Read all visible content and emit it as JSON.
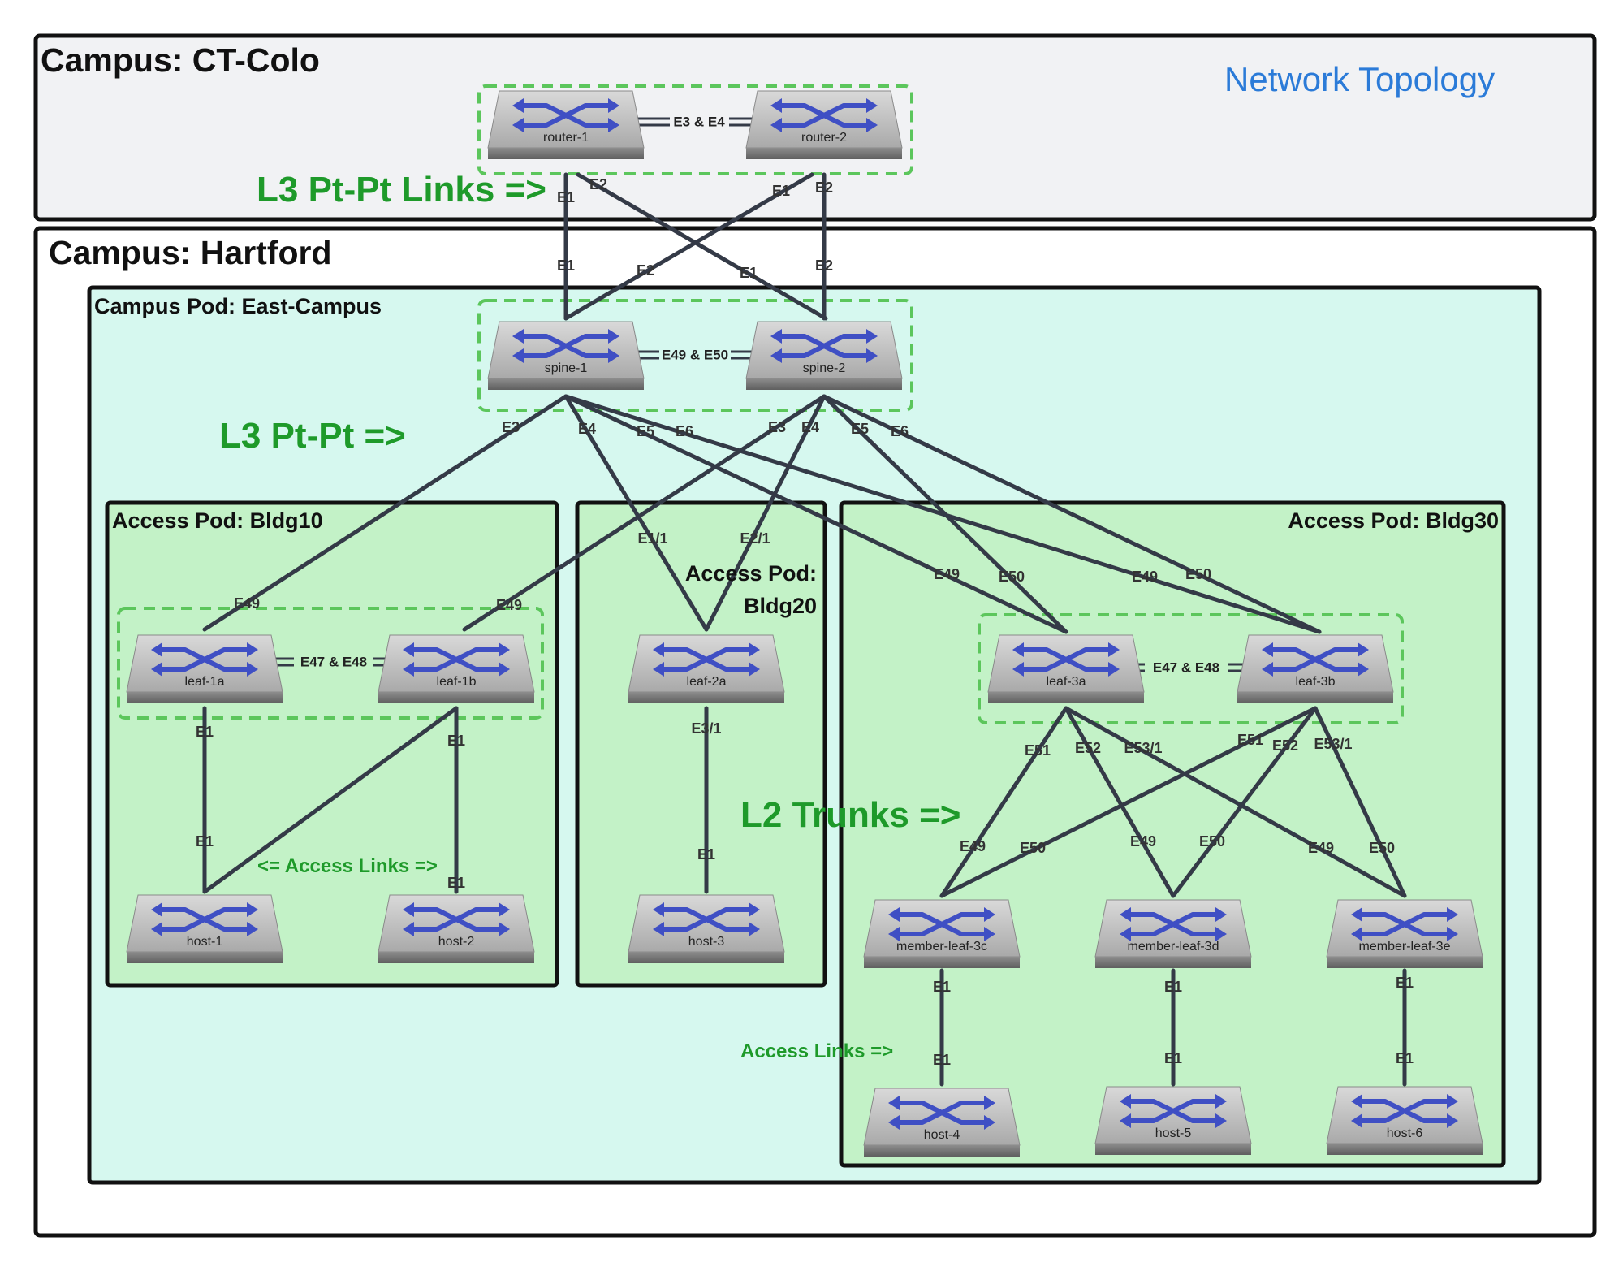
{
  "diagram": {
    "title": "Network Topology",
    "campus_colo": "Campus: CT-Colo",
    "campus_hartford": "Campus: Hartford",
    "pod_east": "Campus Pod: East-Campus",
    "pod_bldg10": "Access Pod: Bldg10",
    "pod_bldg20_line1": "Access Pod:",
    "pod_bldg20_line2": "Bldg20",
    "pod_bldg30": "Access Pod: Bldg30",
    "note_l3_links": "L3 Pt-Pt Links =>",
    "note_l3_ptpt": "L3 Pt-Pt =>",
    "note_l2_trunks": "L2 Trunks =>",
    "note_access_left": "<= Access Links =>",
    "note_access_right": "Access Links =>"
  },
  "colors": {
    "title": "#2b7bd8",
    "green_note": "#1e9a2a",
    "pod_east_fill": "#d6f8ef",
    "access_pod_fill": "#c3f2c7",
    "colo_fill": "#f1f2f4",
    "dashed_group": "#5cc65c",
    "link": "#343a47"
  },
  "devices": {
    "router1": "router-1",
    "router2": "router-2",
    "spine1": "spine-1",
    "spine2": "spine-2",
    "leaf1a": "leaf-1a",
    "leaf1b": "leaf-1b",
    "leaf2a": "leaf-2a",
    "leaf3a": "leaf-3a",
    "leaf3b": "leaf-3b",
    "ml3c": "member-leaf-3c",
    "ml3d": "member-leaf-3d",
    "ml3e": "member-leaf-3e",
    "host1": "host-1",
    "host2": "host-2",
    "host3": "host-3",
    "host4": "host-4",
    "host5": "host-5",
    "host6": "host-6"
  },
  "peer_links": {
    "routers": "E3 & E4",
    "spines": "E49 & E50",
    "leaf1": "E47 & E48",
    "leaf3": "E47 & E48"
  },
  "ports": {
    "r1_e1": "E1",
    "r1_e2": "E2",
    "r2_e1": "E1",
    "r2_e2": "E2",
    "s1_up_e1": "E1",
    "s1_up_e2": "E2",
    "s2_up_e1": "E1",
    "s2_up_e2": "E2",
    "s1_e3": "E3",
    "s1_e4": "E4",
    "s1_e5": "E5",
    "s1_e6": "E6",
    "s2_e3": "E3",
    "s2_e4": "E4",
    "s2_e5": "E5",
    "s2_e6": "E6",
    "l1a_e49": "E49",
    "l1b_e49": "E49",
    "l2a_e11": "E1/1",
    "l2a_e21": "E2/1",
    "l3a_e49": "E49",
    "l3a_e50": "E50",
    "l3b_e49": "E49",
    "l3b_e50": "E50",
    "l1a_e1": "E1",
    "h1_e1": "E1",
    "l1b_e1": "E1",
    "h2_e1": "E1",
    "l2a_e31": "E3/1",
    "h3_e1": "E1",
    "l3a_e51": "E51",
    "l3a_e52": "E52",
    "l3a_e531": "E53/1",
    "l3b_e51": "E51",
    "l3b_e52": "E52",
    "l3b_e531": "E53/1",
    "m3c_e49": "E49",
    "m3c_e50": "E50",
    "m3d_e49": "E49",
    "m3d_e50": "E50",
    "m3e_e49": "E49",
    "m3e_e50": "E50",
    "m3c_e1": "E1",
    "h4_e1": "E1",
    "m3d_e1": "E1",
    "h5_e1": "E1",
    "m3e_e1": "E1",
    "h6_e1": "E1"
  }
}
